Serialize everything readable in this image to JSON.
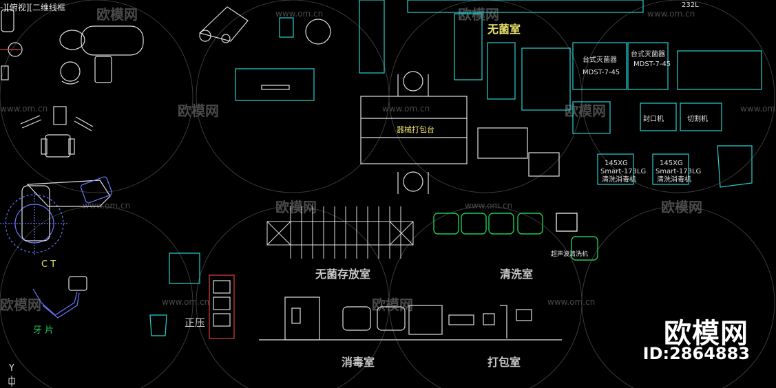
{
  "viewport": {
    "label": "-][俯视][二维线框"
  },
  "rooms": {
    "aseptic": "无菌室",
    "aseptic_storage": "无菌存放室",
    "washing": "清洗室",
    "disinfection": "消毒室",
    "packing": "打包室"
  },
  "labels": {
    "instrument_table": "器械打包台",
    "ct": "C  T",
    "dental_film": "牙 片",
    "pressure": "正压",
    "tabletop_sterilizer_a": "台式灭菌器",
    "tabletop_sterilizer_b": "台式灭菌器",
    "model_a": "MDST-7-45",
    "model_b": "MDST-7-45",
    "sealer": "封口机",
    "cutter": "切割机",
    "cleaner_a": "清洗消毒机",
    "cleaner_b": "清洗消毒机",
    "washer_model_a": "Smart-173LG",
    "washer_model_b": "Smart-173LG",
    "washer_size_a": "145XG",
    "washer_size_b": "145XG",
    "ultrasonic": "超声波清洗机",
    "unit_232l": "232L"
  },
  "watermark": {
    "brand": "欧模网",
    "site": "www.om.cn",
    "id_text": "ID:2864883"
  },
  "axis": {
    "y": "Y"
  },
  "colors": {
    "cyan": "#27d3d3",
    "green": "#22c95a",
    "yellow": "#e8e06b",
    "white": "#e0e0e0",
    "blue": "#6b78ff",
    "red": "#e04040",
    "watermark": "#4a4a4a"
  }
}
